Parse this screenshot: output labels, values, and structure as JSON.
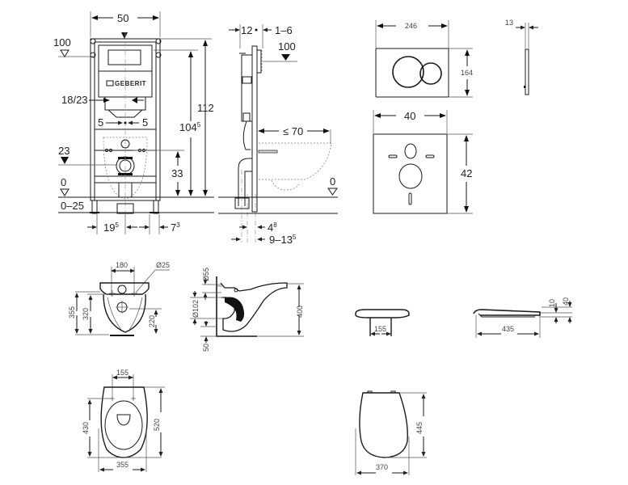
{
  "drawing": {
    "frame_front": {
      "width": "50",
      "level_top": "100",
      "height_total": "112",
      "height_inner": "104",
      "height_inner_sup": "5",
      "drain_width": "18/23",
      "offset_left": "5",
      "offset_right": "5",
      "level_drain": "23",
      "drain_height": "33",
      "level_floor": "0",
      "floor_range": "0–25",
      "foot_left": "19",
      "foot_left_sup": "5",
      "foot_right": "7",
      "foot_right_sup": "3",
      "brand": "GEBERIT"
    },
    "frame_side": {
      "depth": "12",
      "adjust": "1–6",
      "level_top": "100",
      "projection": "≤ 70",
      "level_floor": "0",
      "wall_gap": "4",
      "wall_gap_sup": "8",
      "wall_range": "9–13",
      "wall_range_sup": "5"
    },
    "flush_plate": {
      "width": "246",
      "height": "164",
      "thickness": "13"
    },
    "sound_mat": {
      "width": "40",
      "height": "42"
    },
    "bowl_front": {
      "bolt_spacing": "180",
      "hole_diameter": "Ø25",
      "height_total": "355",
      "bolt_height": "320",
      "drain_height": "220"
    },
    "bowl_side": {
      "inlet_diameter": "Ø55",
      "outlet_diameter": "Ø102",
      "rim_height": "400",
      "base_offset": "50"
    },
    "seat_front": {
      "hinge_spacing": "155"
    },
    "seat_side": {
      "length": "435",
      "thickness": "10",
      "height": "40"
    },
    "bowl_top": {
      "bolt_spacing": "155",
      "bolt_depth": "430",
      "length": "520",
      "width": "355"
    },
    "seat_top": {
      "length": "445",
      "width": "370"
    }
  }
}
